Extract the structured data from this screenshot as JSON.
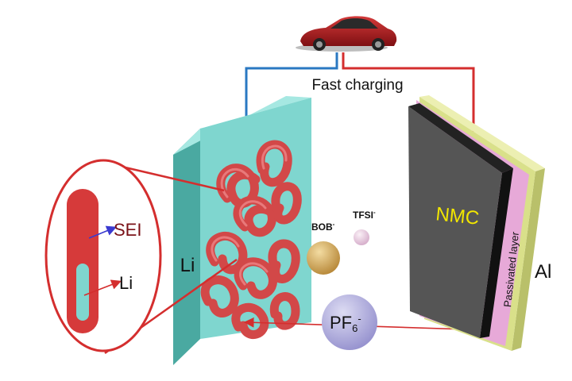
{
  "title": "Fast charging",
  "anode": {
    "label": "Li",
    "color": "#7fd6cf"
  },
  "cathode": {
    "label": "NMC",
    "color": "#555555",
    "label_color": "#f2e600"
  },
  "collector": {
    "label": "Al",
    "color": "#d9e08a"
  },
  "passivated_layer": {
    "label": "Passivated layer",
    "color": "#e7a9d8"
  },
  "inset": {
    "sei_label": "SEI",
    "li_label": "Li",
    "sei_color": "#d63a3a",
    "li_color": "#7fd6cf"
  },
  "anions": [
    {
      "name": "BOB",
      "charge": "-",
      "color": "#c9a24e"
    },
    {
      "name": "TFSI",
      "charge": "-",
      "color": "#e6c9dc"
    },
    {
      "name": "PF",
      "subscript": "6",
      "charge": "-",
      "color": "#a7a4d8"
    }
  ],
  "wires": {
    "negative_color": "#2a78c2",
    "positive_color": "#d42e2e"
  },
  "icons": [
    "car-icon"
  ]
}
